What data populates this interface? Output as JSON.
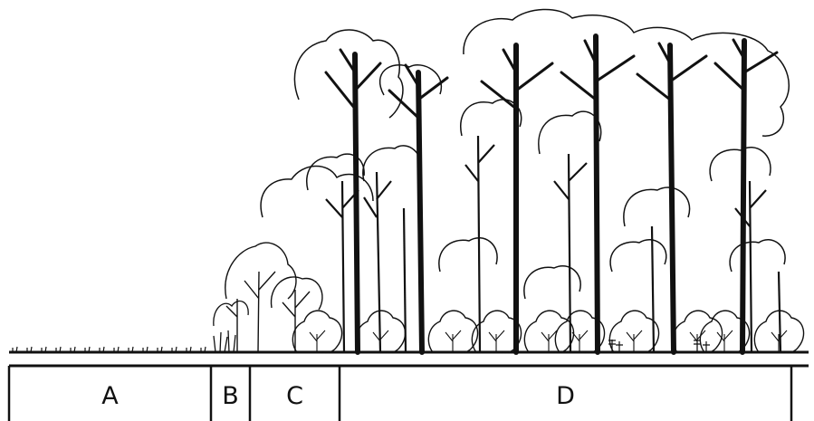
{
  "zones": [
    {
      "label": "A"
    },
    {
      "label": "B"
    },
    {
      "label": "C"
    },
    {
      "label": "D"
    }
  ],
  "colors": {
    "ink": "#111111",
    "background": "#ffffff"
  }
}
